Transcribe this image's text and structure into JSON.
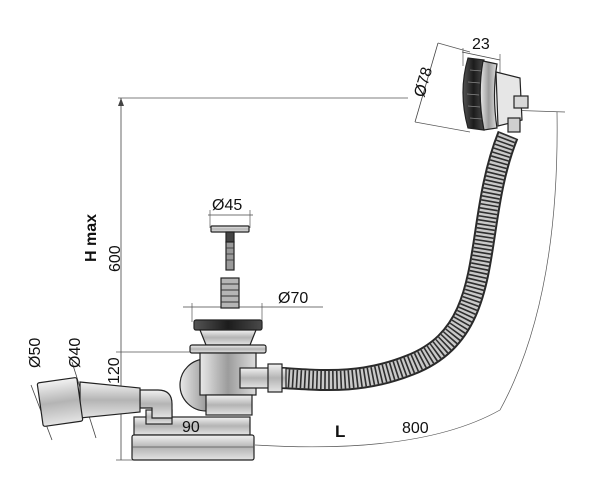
{
  "labels": {
    "d23": "23",
    "d78": "Ø78",
    "d45": "Ø45",
    "d70": "Ø70",
    "hmax": "H max",
    "d600": "600",
    "d120": "120",
    "d50": "Ø50",
    "d40": "Ø40",
    "d90": "90",
    "l": "L",
    "d800": "800"
  },
  "colors": {
    "line": "#222222",
    "dim": "#444444",
    "metal_dark": "#3a3a3a",
    "metal_mid": "#9a9a9a",
    "metal_light": "#d6d6d6",
    "hose_dark": "#2e2e2e",
    "hose_light": "#bdbdbd",
    "text": "#111111"
  }
}
